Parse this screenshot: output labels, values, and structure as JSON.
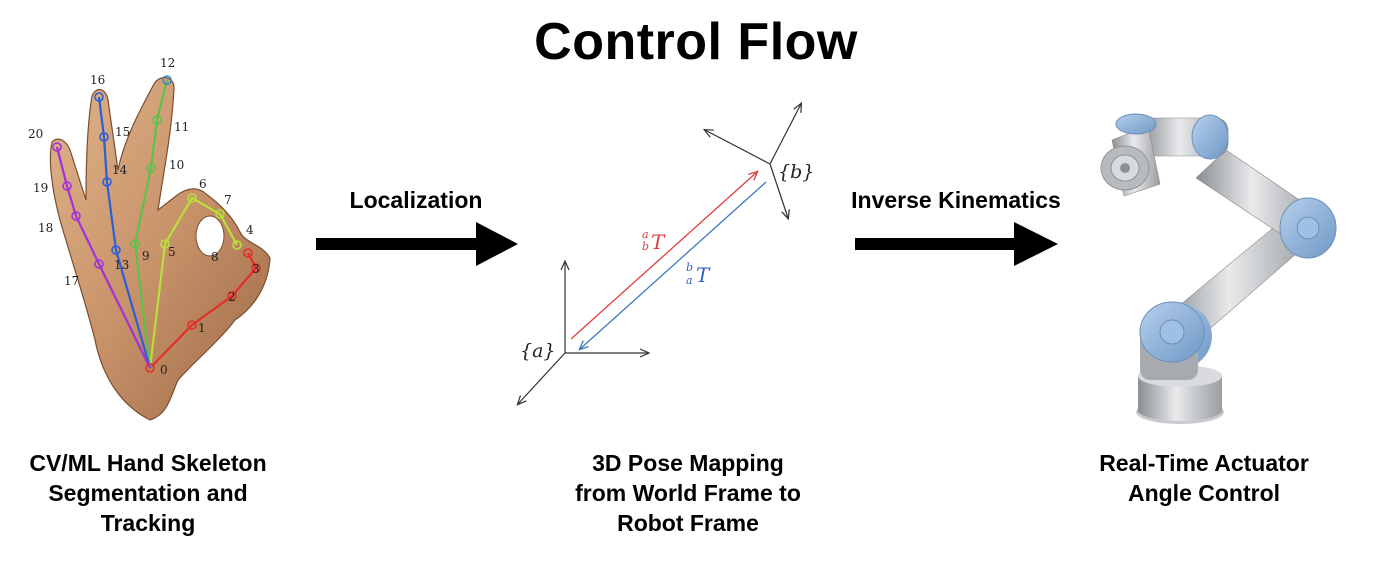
{
  "title": "Control Flow",
  "arrows": {
    "localization": "Localization",
    "inverse_kinematics": "Inverse Kinematics"
  },
  "captions": {
    "hand": [
      "CV/ML Hand Skeleton",
      "Segmentation and",
      "Tracking"
    ],
    "pose": [
      "3D Pose Mapping",
      "from World Frame to",
      "Robot Frame"
    ],
    "robot": [
      "Real-Time Actuator",
      "Angle Control"
    ]
  },
  "hand_keypoint_labels": [
    "0",
    "1",
    "2",
    "3",
    "4",
    "5",
    "6",
    "7",
    "8",
    "9",
    "10",
    "11",
    "12",
    "13",
    "14",
    "15",
    "16",
    "17",
    "18",
    "19",
    "20"
  ],
  "frames": {
    "a_label": "{a}",
    "b_label": "{b}",
    "transform_ab": {
      "sup": "a",
      "sub": "b",
      "sym": "T",
      "color": "#e0403c"
    },
    "transform_ba": {
      "sup": "b",
      "sub": "a",
      "sym": "T",
      "color": "#3b78c2"
    }
  },
  "colors": {
    "skin": "#c7976a",
    "thumb": "#e0302a",
    "index": "#b8e03a",
    "middle": "#5cc24a",
    "ring": "#2b5fd6",
    "pinky": "#a52fd8",
    "robot_blue": "#8fb5dd"
  }
}
